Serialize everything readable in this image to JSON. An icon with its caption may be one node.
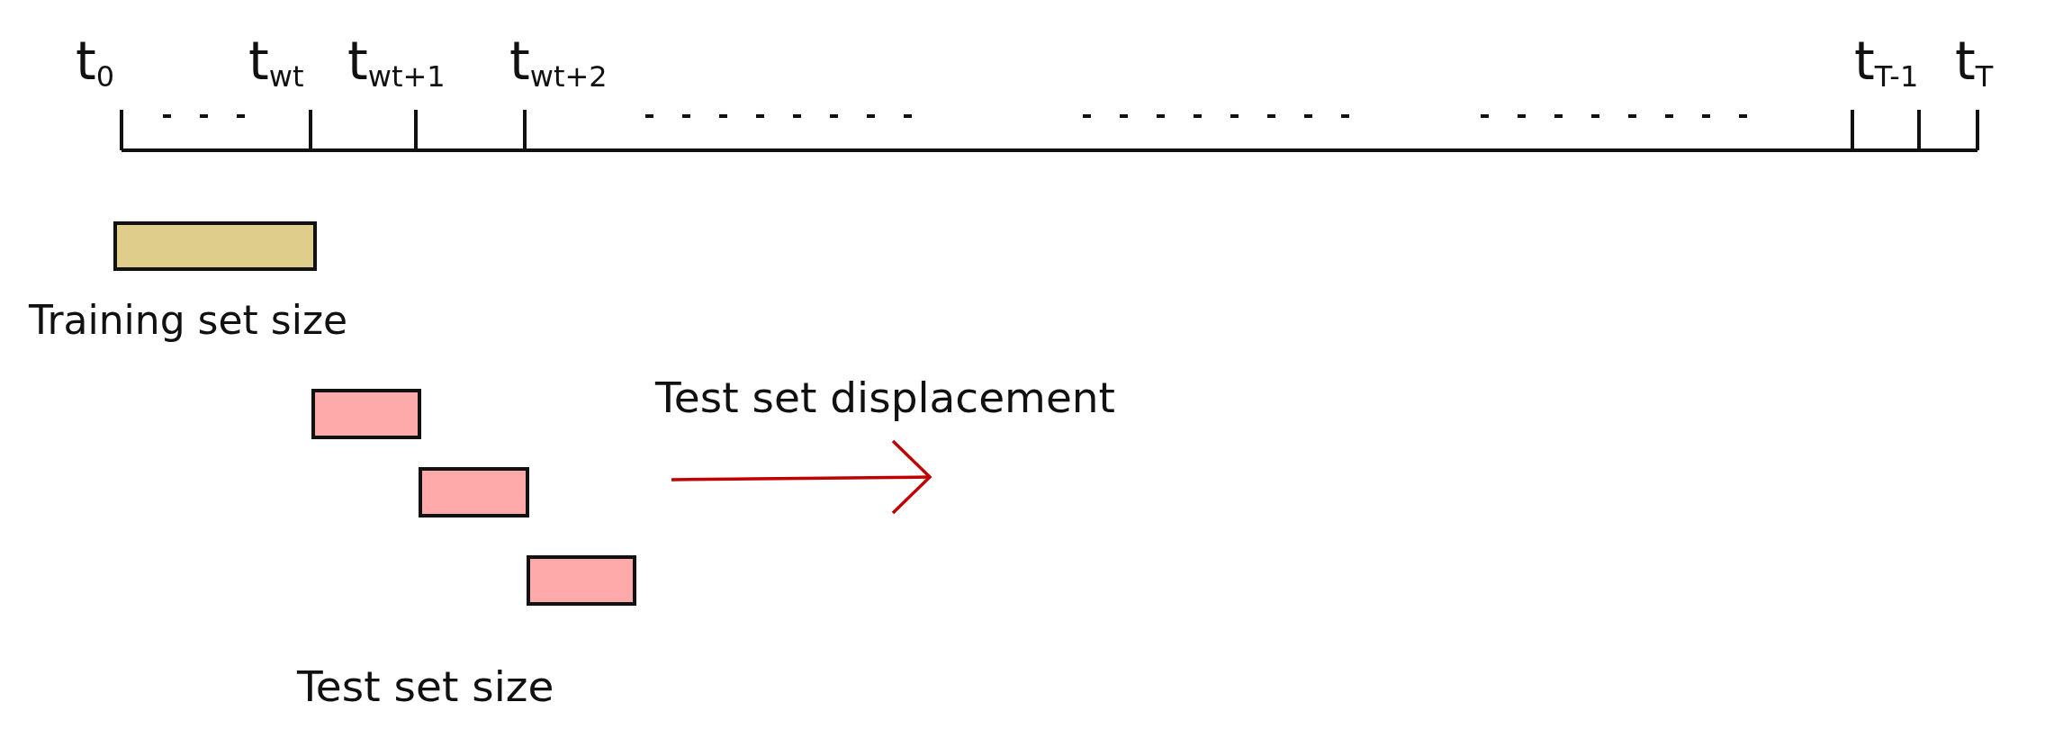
{
  "diagram": {
    "nodes": [
      {
        "text": [],
        "shape": "bar",
        "beside": [
          "Training set size"
        ]
      },
      {
        "text": [],
        "shape": "bar"
      },
      {
        "text": [],
        "shape": "bar"
      },
      {
        "text": [],
        "shape": "bar"
      }
    ],
    "labels": [
      "t$_{0}$",
      "t$_{wt}$",
      "t$_{wt+1}$",
      "t$_{wt+2}$",
      "t$_{T-1}$",
      "t$_{T}$",
      "Test set displacement",
      "Test set size"
    ]
  }
}
